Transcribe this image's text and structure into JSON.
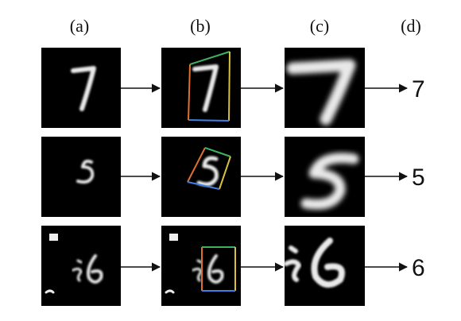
{
  "column_labels": [
    "(a)",
    "(b)",
    "(c)",
    "(d)"
  ],
  "rows": [
    {
      "output_digit": "7",
      "box_colors": [
        "#e07030",
        "#40b060",
        "#d8c040",
        "#4080e0"
      ]
    },
    {
      "output_digit": "5",
      "box_colors": [
        "#e07030",
        "#40b060",
        "#d8c040",
        "#4080e0"
      ]
    },
    {
      "output_digit": "6",
      "box_colors": [
        "#e07030",
        "#40b060",
        "#d8c040",
        "#4080e0"
      ]
    }
  ],
  "colors": {
    "background": "#ffffff",
    "panel": "#000000",
    "stroke": "#e9e9e9",
    "arrow": "#111111"
  }
}
